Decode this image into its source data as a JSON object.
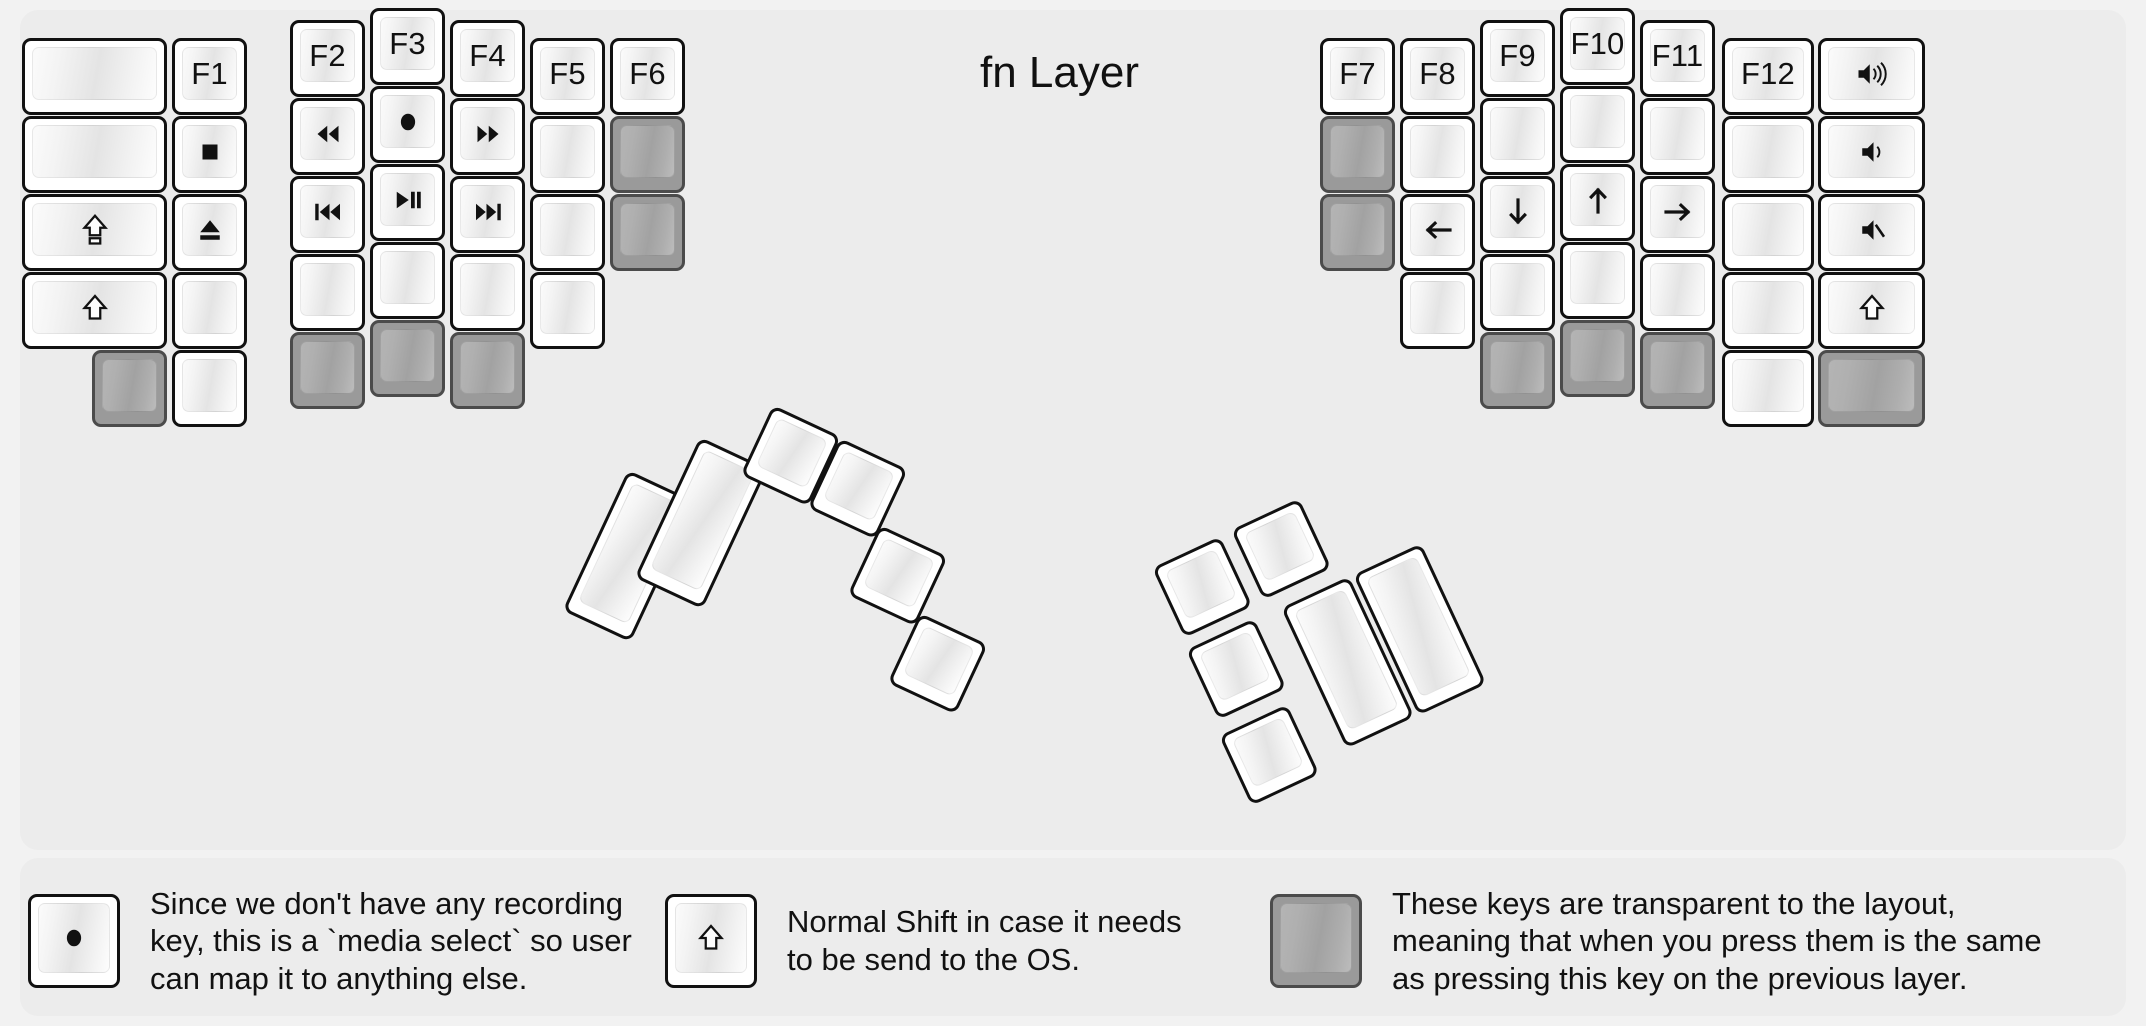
{
  "title": "fn Layer",
  "colors": {
    "panel_bg": "#ececec",
    "page_bg": "#f2f2f2",
    "key_border": "#111111",
    "key_face_light": "#fbfbfb",
    "transparent_key": "#9a9a9a",
    "transparent_key_border": "#4b4b4b",
    "text": "#111111"
  },
  "left_half": {
    "columns": [
      {
        "name": "outer-column",
        "keys": [
          {
            "label": "",
            "icon": "",
            "state": "normal"
          },
          {
            "label": "",
            "icon": "",
            "state": "normal"
          },
          {
            "label": "",
            "icon": "caps-lock-icon",
            "state": "normal"
          },
          {
            "label": "",
            "icon": "shift-icon",
            "state": "normal"
          },
          {
            "label": "",
            "icon": "",
            "state": "transparent"
          }
        ]
      },
      {
        "name": "pinky-column",
        "keys": [
          {
            "label": "F1",
            "icon": "",
            "state": "normal"
          },
          {
            "label": "",
            "icon": "media-stop-icon",
            "state": "normal"
          },
          {
            "label": "",
            "icon": "media-eject-icon",
            "state": "normal"
          },
          {
            "label": "",
            "icon": "",
            "state": "normal"
          },
          {
            "label": "",
            "icon": "",
            "state": "normal"
          }
        ]
      },
      {
        "name": "ring-column",
        "keys": [
          {
            "label": "F2",
            "icon": "",
            "state": "normal"
          },
          {
            "label": "",
            "icon": "media-rewind-icon",
            "state": "normal"
          },
          {
            "label": "",
            "icon": "media-previous-icon",
            "state": "normal"
          },
          {
            "label": "",
            "icon": "",
            "state": "normal"
          },
          {
            "label": "",
            "icon": "",
            "state": "transparent"
          }
        ]
      },
      {
        "name": "middle-column",
        "keys": [
          {
            "label": "F3",
            "icon": "",
            "state": "normal"
          },
          {
            "label": "",
            "icon": "media-record-icon",
            "state": "normal"
          },
          {
            "label": "",
            "icon": "media-play-pause-icon",
            "state": "normal"
          },
          {
            "label": "",
            "icon": "",
            "state": "normal"
          },
          {
            "label": "",
            "icon": "",
            "state": "transparent"
          }
        ]
      },
      {
        "name": "index-column",
        "keys": [
          {
            "label": "F4",
            "icon": "",
            "state": "normal"
          },
          {
            "label": "",
            "icon": "media-fast-forward-icon",
            "state": "normal"
          },
          {
            "label": "",
            "icon": "media-next-icon",
            "state": "normal"
          },
          {
            "label": "",
            "icon": "",
            "state": "normal"
          },
          {
            "label": "",
            "icon": "",
            "state": "transparent"
          }
        ]
      },
      {
        "name": "inner-column",
        "keys": [
          {
            "label": "F5",
            "icon": "",
            "state": "normal"
          },
          {
            "label": "",
            "icon": "",
            "state": "normal"
          },
          {
            "label": "",
            "icon": "",
            "state": "normal"
          },
          {
            "label": "",
            "icon": "",
            "state": "normal"
          }
        ]
      },
      {
        "name": "innermost-column",
        "keys": [
          {
            "label": "F6",
            "icon": "",
            "state": "normal"
          },
          {
            "label": "",
            "icon": "",
            "state": "transparent"
          },
          {
            "label": "",
            "icon": "",
            "state": "transparent"
          }
        ]
      }
    ],
    "thumb_cluster": [
      {
        "name": "thumb-big-outer",
        "label": "",
        "state": "normal",
        "size": "2u"
      },
      {
        "name": "thumb-big-inner",
        "label": "",
        "state": "normal",
        "size": "2u"
      },
      {
        "name": "thumb-small-top-left",
        "label": "",
        "state": "normal",
        "size": "1u"
      },
      {
        "name": "thumb-small-top-right",
        "label": "",
        "state": "normal",
        "size": "1u"
      },
      {
        "name": "thumb-small-mid-right",
        "label": "",
        "state": "normal",
        "size": "1u"
      },
      {
        "name": "thumb-small-bottom-right",
        "label": "",
        "state": "normal",
        "size": "1u"
      }
    ]
  },
  "right_half": {
    "columns": [
      {
        "name": "innermost-column",
        "keys": [
          {
            "label": "F7",
            "icon": "",
            "state": "normal"
          },
          {
            "label": "",
            "icon": "",
            "state": "transparent"
          },
          {
            "label": "",
            "icon": "",
            "state": "transparent"
          }
        ]
      },
      {
        "name": "inner-column",
        "keys": [
          {
            "label": "F8",
            "icon": "",
            "state": "normal"
          },
          {
            "label": "",
            "icon": "",
            "state": "normal"
          },
          {
            "label": "",
            "icon": "arrow-left-icon",
            "state": "normal"
          },
          {
            "label": "",
            "icon": "",
            "state": "normal"
          }
        ]
      },
      {
        "name": "index-column",
        "keys": [
          {
            "label": "F9",
            "icon": "",
            "state": "normal"
          },
          {
            "label": "",
            "icon": "",
            "state": "normal"
          },
          {
            "label": "",
            "icon": "arrow-down-icon",
            "state": "normal"
          },
          {
            "label": "",
            "icon": "",
            "state": "normal"
          },
          {
            "label": "",
            "icon": "",
            "state": "transparent"
          }
        ]
      },
      {
        "name": "middle-column",
        "keys": [
          {
            "label": "F10",
            "icon": "",
            "state": "normal"
          },
          {
            "label": "",
            "icon": "",
            "state": "normal"
          },
          {
            "label": "",
            "icon": "arrow-up-icon",
            "state": "normal"
          },
          {
            "label": "",
            "icon": "",
            "state": "normal"
          },
          {
            "label": "",
            "icon": "",
            "state": "transparent"
          }
        ]
      },
      {
        "name": "ring-column",
        "keys": [
          {
            "label": "F11",
            "icon": "",
            "state": "normal"
          },
          {
            "label": "",
            "icon": "",
            "state": "normal"
          },
          {
            "label": "",
            "icon": "arrow-right-icon",
            "state": "normal"
          },
          {
            "label": "",
            "icon": "",
            "state": "normal"
          },
          {
            "label": "",
            "icon": "",
            "state": "transparent"
          }
        ]
      },
      {
        "name": "pinky-column",
        "keys": [
          {
            "label": "F12",
            "icon": "",
            "state": "normal"
          },
          {
            "label": "",
            "icon": "",
            "state": "normal"
          },
          {
            "label": "",
            "icon": "",
            "state": "normal"
          },
          {
            "label": "",
            "icon": "",
            "state": "normal"
          },
          {
            "label": "",
            "icon": "",
            "state": "normal"
          }
        ]
      },
      {
        "name": "outer-column",
        "keys": [
          {
            "label": "",
            "icon": "volume-up-icon",
            "state": "normal"
          },
          {
            "label": "",
            "icon": "volume-down-icon",
            "state": "normal"
          },
          {
            "label": "",
            "icon": "volume-mute-icon",
            "state": "normal"
          },
          {
            "label": "",
            "icon": "shift-icon",
            "state": "normal"
          },
          {
            "label": "",
            "icon": "",
            "state": "transparent"
          }
        ]
      }
    ],
    "thumb_cluster": [
      {
        "name": "thumb-small-top-left",
        "label": "",
        "state": "normal",
        "size": "1u"
      },
      {
        "name": "thumb-small-top-right",
        "label": "",
        "state": "normal",
        "size": "1u"
      },
      {
        "name": "thumb-small-mid-left",
        "label": "",
        "state": "normal",
        "size": "1u"
      },
      {
        "name": "thumb-small-bottom-left",
        "label": "",
        "state": "normal",
        "size": "1u"
      },
      {
        "name": "thumb-big-inner",
        "label": "",
        "state": "normal",
        "size": "2u"
      },
      {
        "name": "thumb-big-outer",
        "label": "",
        "state": "normal",
        "size": "2u"
      }
    ]
  },
  "legend": {
    "items": [
      {
        "key_icon": "media-record-icon",
        "key_state": "normal",
        "text": "Since we don't have any recording\nkey, this is a `media select` so user\ncan map it to anything else."
      },
      {
        "key_icon": "shift-icon",
        "key_state": "normal",
        "text": "Normal Shift in case it needs\nto be send to the OS."
      },
      {
        "key_icon": "",
        "key_state": "transparent",
        "text": "These keys are transparent to the layout,\nmeaning that when you press them is the same\nas pressing this key on the previous layer."
      }
    ]
  }
}
